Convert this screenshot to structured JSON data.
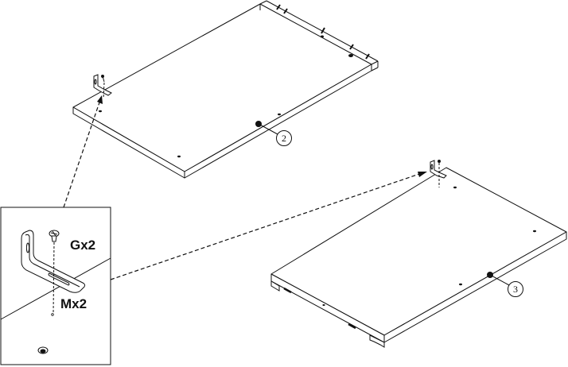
{
  "detail": {
    "screw_label": "Gx2",
    "bracket_label": "Mx2"
  },
  "panels": {
    "upper_part_number": "2",
    "lower_part_number": "3"
  }
}
